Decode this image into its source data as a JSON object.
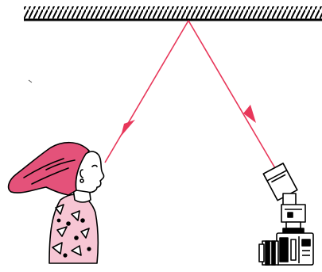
{
  "diagram": {
    "type": "bounce-flash-illustration",
    "elements": [
      "ceiling",
      "light-path-up",
      "light-path-down",
      "person-subject",
      "camera-with-flash"
    ]
  },
  "colors": {
    "line": "#000000",
    "ray": "#e8375a",
    "hair": "#e4527a",
    "dress": "#f7c6d4",
    "skin": "#ffffff"
  },
  "icons": {
    "ceiling": "hatched-ceiling-icon",
    "subject": "woman-portrait-icon",
    "camera": "camera-flash-icon"
  }
}
